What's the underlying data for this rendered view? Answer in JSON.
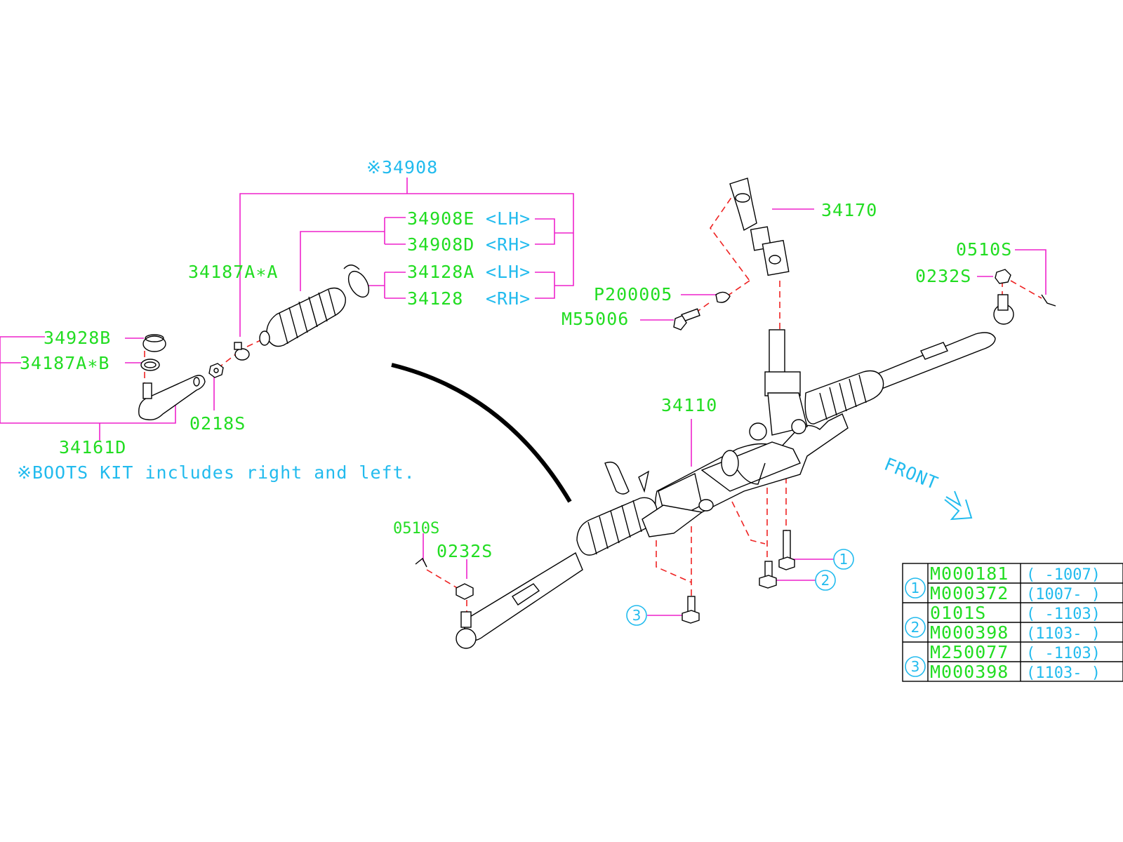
{
  "colors": {
    "label": "#22dd22",
    "note": "#22bbee",
    "leader": "#ee22cc",
    "centerline": "#ee2222",
    "line": "#000000"
  },
  "labels": {
    "boots_kit": "※34908",
    "boots_lh": "34908E",
    "boots_lh_tag": "<LH>",
    "boots_rh": "34908D",
    "boots_rh_tag": "<RH>",
    "clamp_a": "34187A∗A",
    "band_lh": "34128A",
    "band_lh_tag": "<LH>",
    "band_rh": "34128",
    "band_rh_tag": "<RH>",
    "cap": "34928B",
    "clamp_b": "34187A∗B",
    "nut_left": "0218S",
    "tie_rod_end": "34161D",
    "note": "※BOOTS KIT includes right and left.",
    "u_joint": "34170",
    "pin": "P200005",
    "bolt": "M55006",
    "cotter_right": "0510S",
    "nut_right": "0232S",
    "gearbox": "34110",
    "cotter_left": "0510S",
    "nut_lower": "0232S",
    "callout_1": "1",
    "callout_2": "2",
    "callout_3": "3",
    "front": "FRONT"
  },
  "table": [
    {
      "ref": "1",
      "rows": [
        {
          "part": "M000181",
          "range": "( -1007)"
        },
        {
          "part": "M000372",
          "range": "(1007- )"
        }
      ]
    },
    {
      "ref": "2",
      "rows": [
        {
          "part": "0101S",
          "range": "( -1103)"
        },
        {
          "part": "M000398",
          "range": "(1103- )"
        }
      ]
    },
    {
      "ref": "3",
      "rows": [
        {
          "part": "M250077",
          "range": "( -1103)"
        },
        {
          "part": "M000398",
          "range": "(1103- )"
        }
      ]
    }
  ]
}
